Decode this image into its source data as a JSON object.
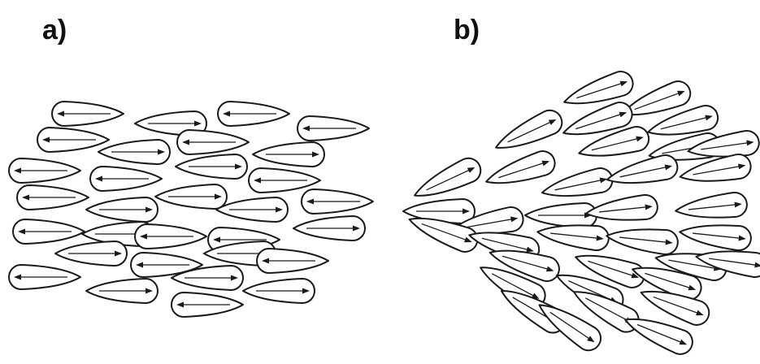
{
  "panels": [
    {
      "label": "a)",
      "pattern": "random"
    },
    {
      "label": "b)",
      "pattern": "aligned-v-formation"
    }
  ],
  "colors": {
    "stroke": "#1a1a1a",
    "fill": "#ffffff",
    "background": "#ffffff"
  }
}
